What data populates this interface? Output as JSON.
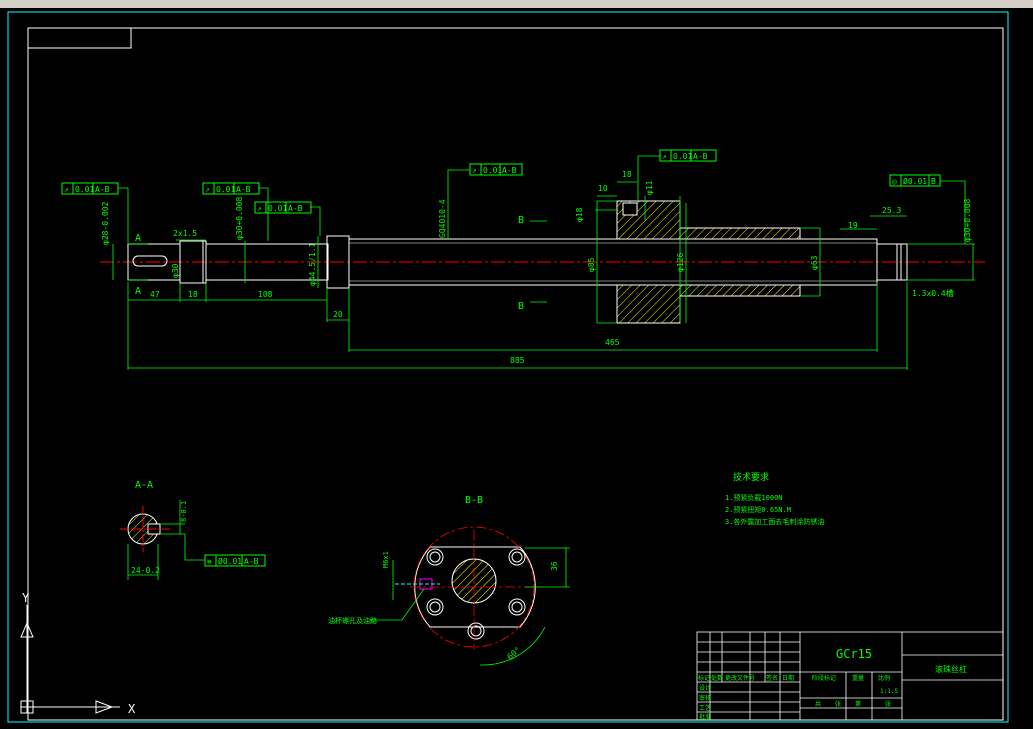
{
  "drawing": {
    "shaft_dims": {
      "d_shaft_left": "φ28-0.002",
      "d_journal": "φ30+0.008",
      "d_step": "φ44.5/1.1",
      "d_nut_left": "φ85",
      "d_flange": "φ126",
      "d_nut_right": "φ63",
      "d_right_end": "φ30+0.008",
      "d_key_seat": "φ30",
      "chamfer": "2x1.5",
      "thread_spec": "GQ4010-4",
      "groove": "1.3x0.4槽",
      "len_47": "47",
      "len_18a": "18",
      "len_108": "108",
      "len_20": "20",
      "len_465": "465",
      "len_885": "885",
      "len_10": "10",
      "len_18b": "18",
      "len_11": "φ11",
      "len_18c": "φ18",
      "len_25_3": "25.3",
      "len_19": "19",
      "fit_2008": "φ30+0.008"
    },
    "tolerance_frames": [
      {
        "sym": "↗",
        "tol": "0.01",
        "datum": "A-B"
      },
      {
        "sym": "↗",
        "tol": "0.01",
        "datum": "A-B"
      },
      {
        "sym": "↗",
        "tol": "0.01",
        "datum": "A-B"
      },
      {
        "sym": "↗",
        "tol": "0.01",
        "datum": "A-B"
      },
      {
        "sym": "↗",
        "tol": "0.01",
        "datum": "A-B"
      },
      {
        "sym": "◎",
        "tol": "Ø0.01",
        "datum": "B"
      },
      {
        "sym": "≡",
        "tol": "Ø0.01",
        "datum": "A-B"
      }
    ],
    "section_labels": {
      "a_top": "A",
      "a_bottom": "A",
      "b_top": "B",
      "b_bottom": "B",
      "view_aa": "A-A",
      "view_bb": "B-B"
    },
    "aa_dims": {
      "keyway_depth": "8-0.1",
      "width": "24-0.2"
    },
    "bb_dims": {
      "thread": "M6x1",
      "height": "36",
      "angle": "60°",
      "note": "油杯螺孔及油路"
    },
    "tech_req": {
      "title": "技术要求",
      "items": [
        "1.预紧负载1000N",
        "2.预紧扭矩0.65N.M",
        "3.各外露加工面去毛刺涂防锈油"
      ]
    },
    "title_block": {
      "material": "GCr15",
      "part_name": "滚珠丝杠",
      "scale": "1:1.5",
      "headers_row": [
        "标记",
        "处数",
        "更改文件号",
        "签名",
        "日期"
      ],
      "labels": [
        "设计",
        "审核",
        "工艺",
        "批准"
      ],
      "sub_headers": [
        "阶段标记",
        "重量",
        "比例"
      ],
      "sheet_labels": [
        "共",
        "张",
        "第",
        "张"
      ]
    },
    "ucs": {
      "x": "X",
      "y": "Y"
    }
  },
  "colors": {
    "frame": "#ffffff",
    "outline": "#ffffff",
    "dimension": "#00ff00",
    "tolerance": "#00ff00",
    "centerline": "#ff0000",
    "hatch": "#ffff00",
    "border_cyan": "#00ffff",
    "magenta": "#ff00ff"
  }
}
